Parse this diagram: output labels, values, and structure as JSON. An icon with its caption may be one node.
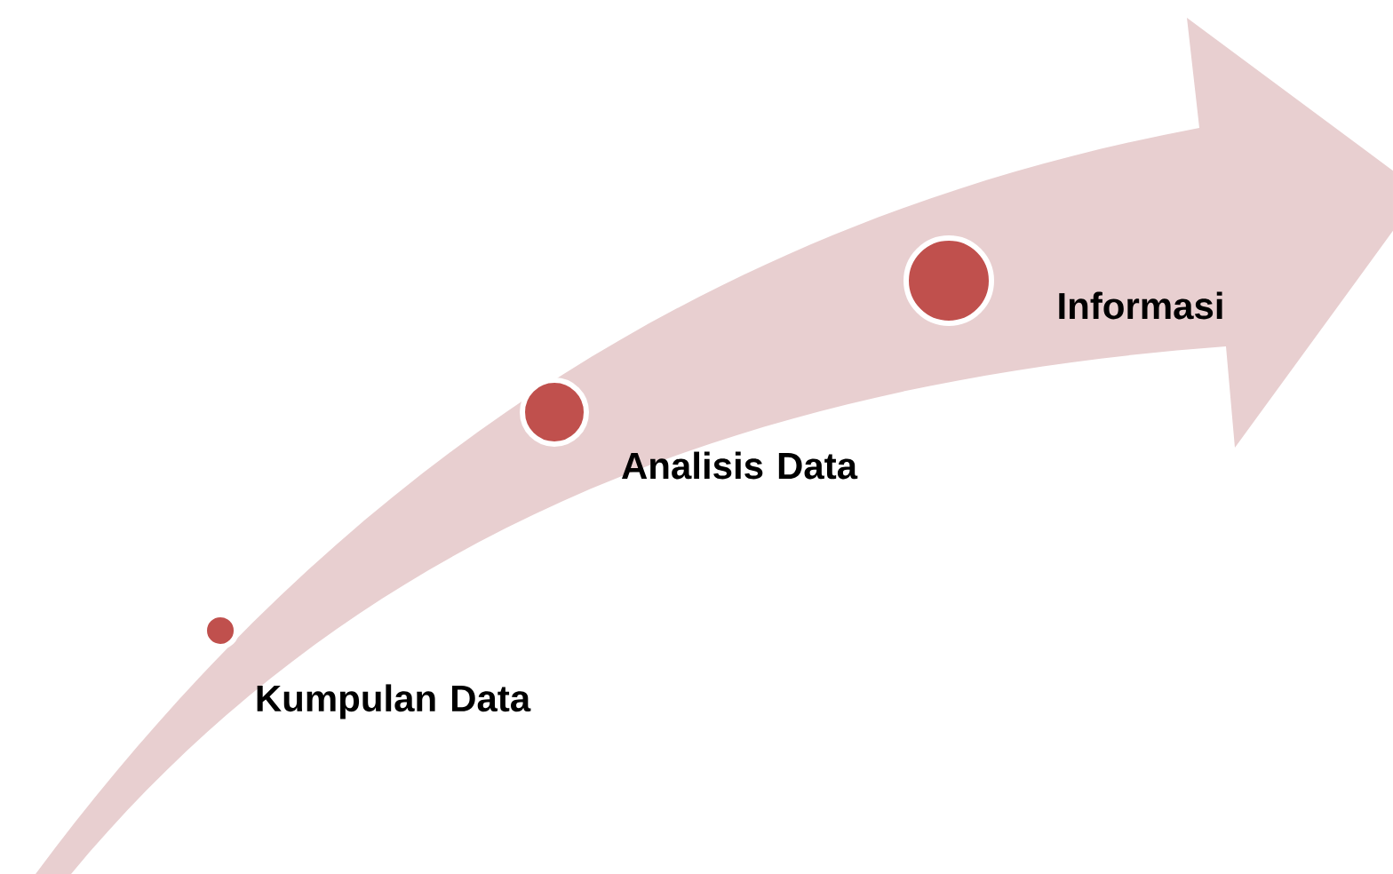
{
  "diagram": {
    "nodes": [
      {
        "text": [],
        "shape": "circle",
        "beside": [
          "Kumpulan Data"
        ]
      },
      {
        "text": [],
        "shape": "circle",
        "beside": [
          "Analisis Data"
        ]
      },
      {
        "text": [],
        "shape": "circle",
        "beside": [
          "Informasi"
        ]
      }
    ]
  }
}
